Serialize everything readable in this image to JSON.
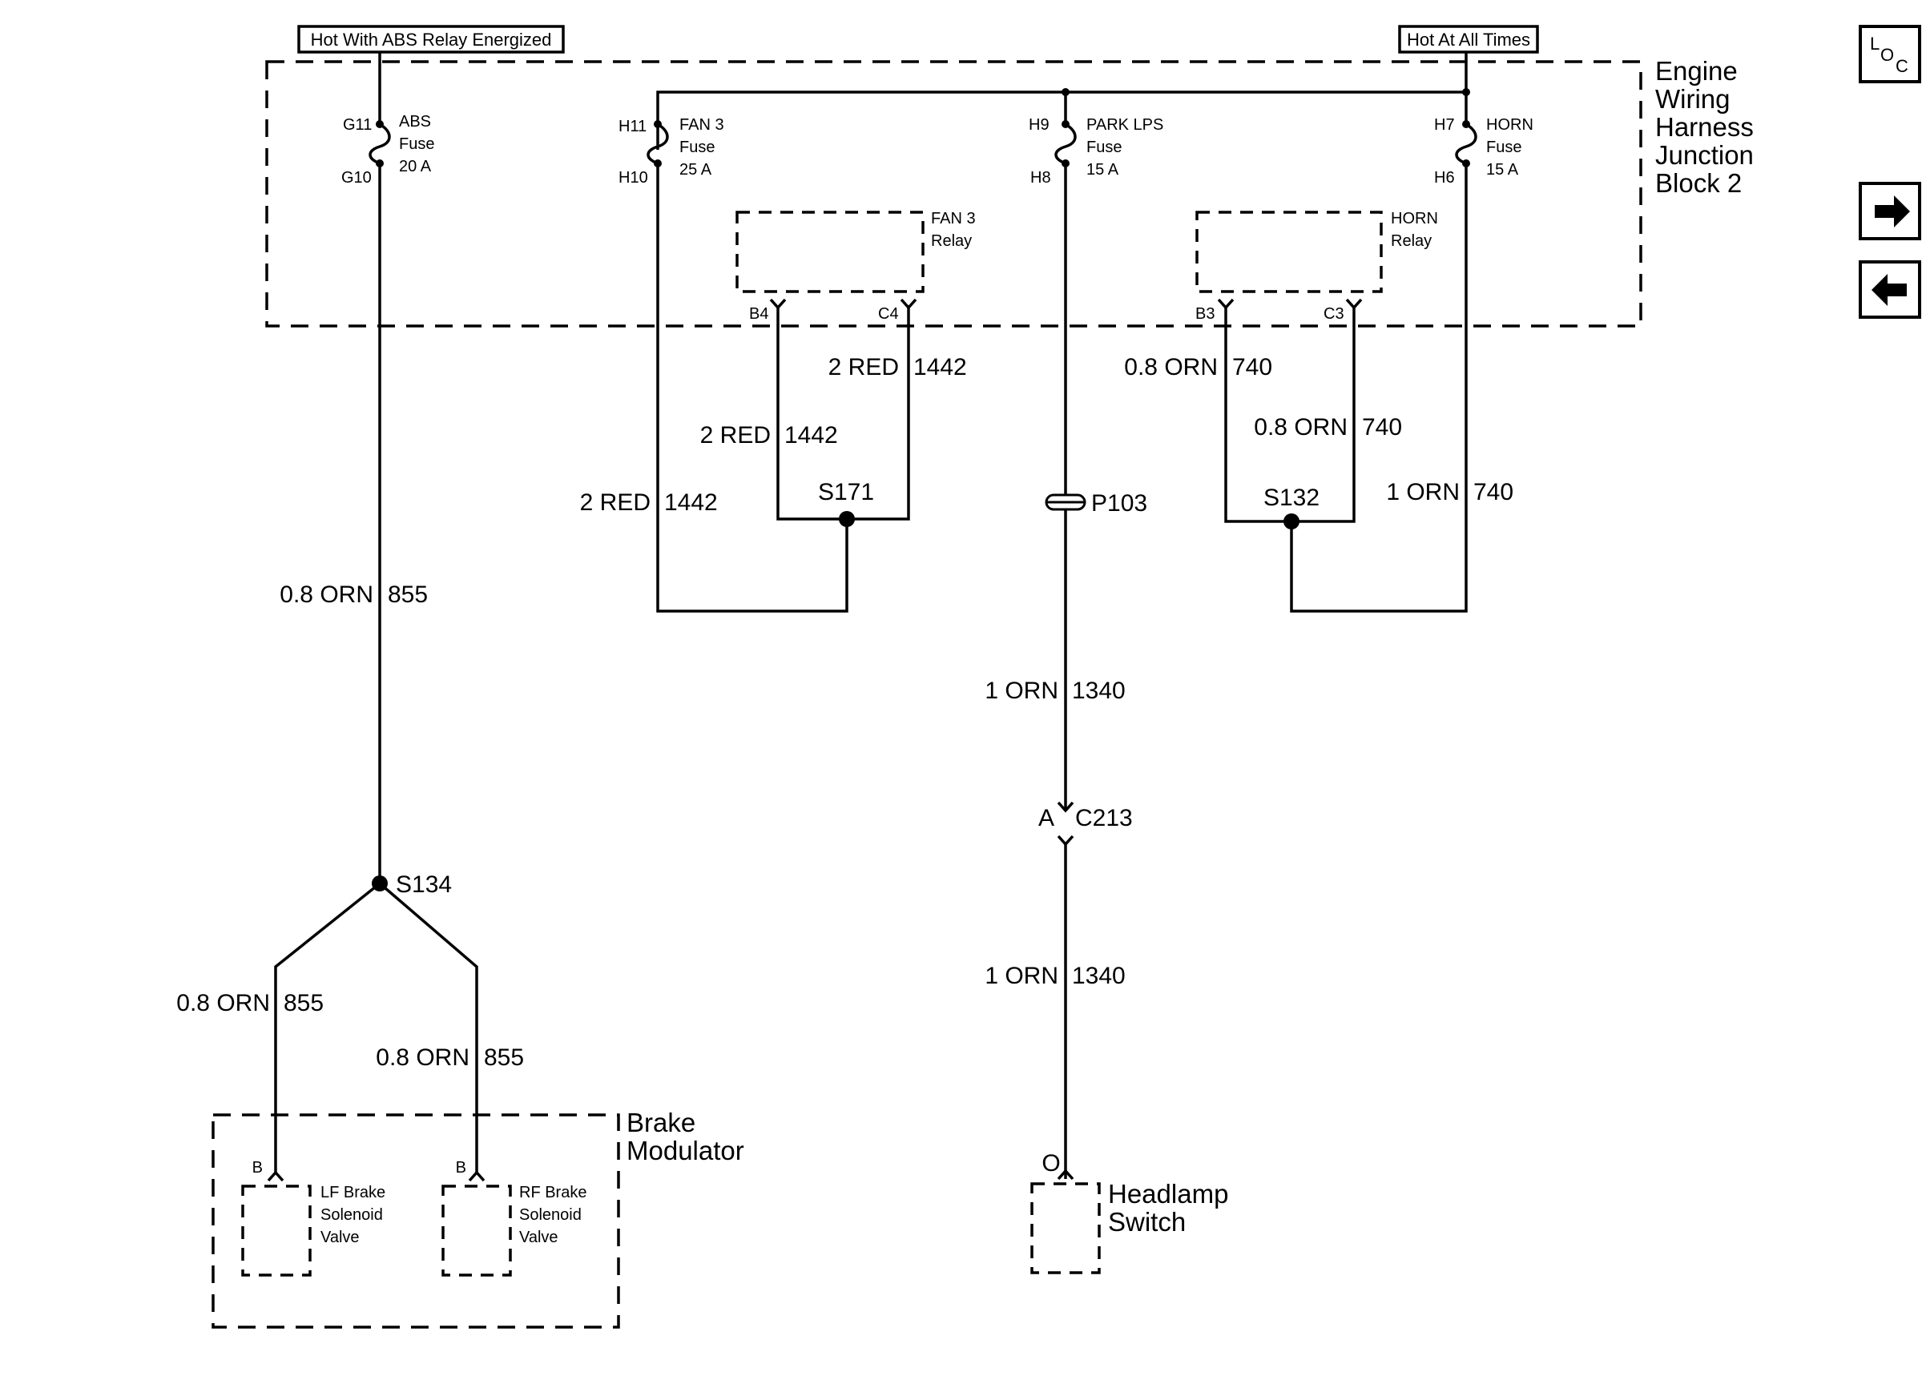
{
  "labels": {
    "hot_abs": "Hot With ABS Relay Energized",
    "hot_all": "Hot At All Times",
    "block_line1": "Engine",
    "block_line2": "Wiring",
    "block_line3": "Harness",
    "block_line4": "Junction",
    "block_line5": "Block 2",
    "fuse_abs_l1": "ABS",
    "fuse_abs_l2": "Fuse",
    "fuse_abs_l3": "20 A",
    "fuse_fan_l1": "FAN 3",
    "fuse_fan_l2": "Fuse",
    "fuse_fan_l3": "25 A",
    "fuse_park_l1": "PARK LPS",
    "fuse_park_l2": "Fuse",
    "fuse_park_l3": "15 A",
    "fuse_horn_l1": "HORN",
    "fuse_horn_l2": "Fuse",
    "fuse_horn_l3": "15 A",
    "relay_fan_l1": "FAN 3",
    "relay_fan_l2": "Relay",
    "relay_horn_l1": "HORN",
    "relay_horn_l2": "Relay",
    "pin_g11": "G11",
    "pin_g10": "G10",
    "pin_h11": "H11",
    "pin_h10": "H10",
    "pin_h9": "H9",
    "pin_h8": "H8",
    "pin_h7": "H7",
    "pin_h6": "H6",
    "pin_b4": "B4",
    "pin_c4": "C4",
    "pin_b3": "B3",
    "pin_c3": "C3",
    "wire_855": "0.8 ORN",
    "circ_855": "855",
    "wire_1442": "2 RED",
    "circ_1442": "1442",
    "wire_740_a": "0.8 ORN",
    "wire_740_b": "1 ORN",
    "circ_740": "740",
    "wire_1340": "1 ORN",
    "circ_1340": "1340",
    "splice_s171": "S171",
    "splice_s132": "S132",
    "splice_s134": "S134",
    "pass_p103": "P103",
    "conn_c213": "C213",
    "conn_a": "A",
    "pin_b": "B",
    "pin_o": "O",
    "brake_mod_l1": "Brake",
    "brake_mod_l2": "Modulator",
    "lf_l1": "LF Brake",
    "lf_l2": "Solenoid",
    "lf_l3": "Valve",
    "rf_l1": "RF Brake",
    "rf_l2": "Solenoid",
    "rf_l3": "Valve",
    "headlamp_l1": "Headlamp",
    "headlamp_l2": "Switch",
    "loc_l": "L",
    "loc_o": "O",
    "loc_c": "C"
  },
  "icons": {
    "next": "arrow-right-icon",
    "prev": "arrow-left-icon",
    "loc": "location-icon"
  }
}
